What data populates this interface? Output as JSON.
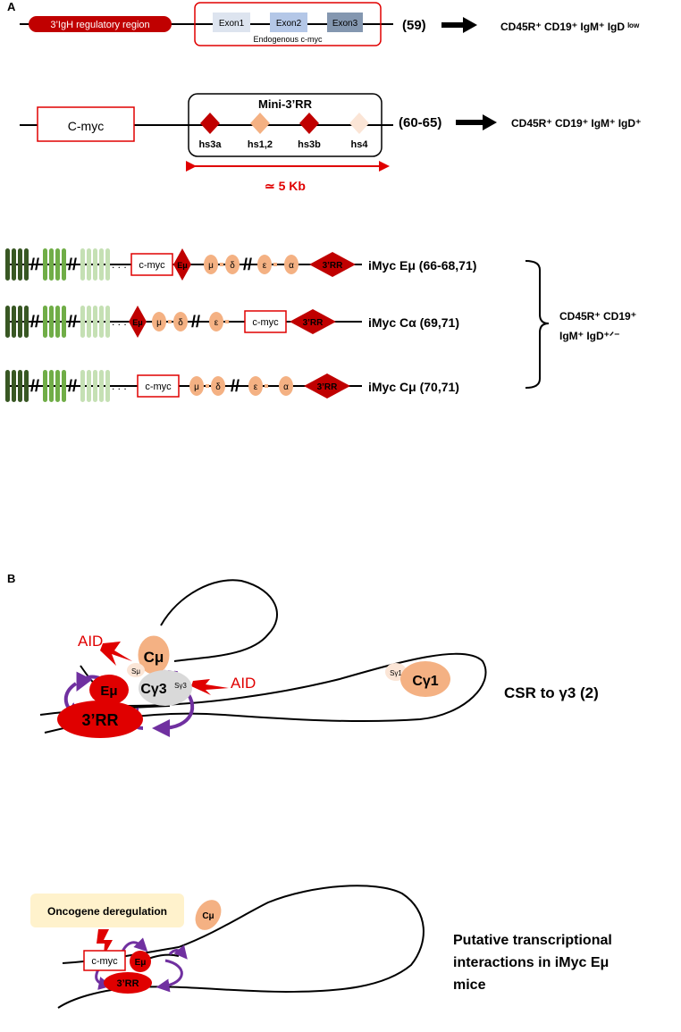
{
  "colors": {
    "dark_red": "#c00000",
    "red": "#e00000",
    "peach": "#f4b183",
    "dark_green": "#385723",
    "mid_green": "#70ad47",
    "light_green": "#c5e0b4",
    "purple": "#7030a0",
    "oncogene_bg": "#fff2cc"
  },
  "panelA": {
    "label": "A",
    "row1": {
      "regulatory_region": "3’IgH regulatory region",
      "exon1": "Exon1",
      "exon2": "Exon2",
      "exon3": "Exon3",
      "endogenous": "Endogenous c-myc",
      "ref": "(59)",
      "phenotype": "CD45R⁺  CD19⁺  IgM⁺ IgD ˡᵒʷ"
    },
    "row2": {
      "cmyc": "C-myc",
      "mini": "Mini-3’RR",
      "hs3a": "hs3a",
      "hs12": "hs1,2",
      "hs3b": "hs3b",
      "hs4": "hs4",
      "ref": "(60-65)",
      "phenotype": "CD45R⁺  CD19⁺  IgM⁺  IgD⁺",
      "size": "≃ 5 Kb"
    },
    "constructs": [
      {
        "name": "iMyc Eμ (66-68,71)"
      },
      {
        "name": "iMyc Cα (69,71)"
      },
      {
        "name": "iMyc Cμ (70,71)"
      }
    ],
    "labels": {
      "cmyc": "c-myc",
      "emu": "Eμ",
      "mu": "μ",
      "delta": "δ",
      "epsilon": "ε",
      "alpha": "α",
      "rr3": "3’RR"
    },
    "bracket_phenotype_line1": "CD45R⁺ CD19⁺",
    "bracket_phenotype_line2": "IgM⁺  IgD⁺ᐟ⁻"
  },
  "panelB": {
    "label": "B",
    "top": {
      "aid1": "AID",
      "aid2": "AID",
      "cmu": "Cμ",
      "smu": "Sμ",
      "cg3": "Cγ3",
      "sg3": "Sγ3",
      "sg1": "Sγ1",
      "cg1": "Cγ1",
      "emu": "Eμ",
      "rr3": "3’RR",
      "caption": "CSR to γ3 (2)"
    },
    "bottom": {
      "oncogene": "Oncogene deregulation",
      "cmyc": "c-myc",
      "emu": "Eμ",
      "rr3": "3’RR",
      "cmu": "Cμ",
      "caption_line1": "Putative transcriptional",
      "caption_line2": "interactions   in iMyc Eμ",
      "caption_line3": "mice"
    }
  }
}
